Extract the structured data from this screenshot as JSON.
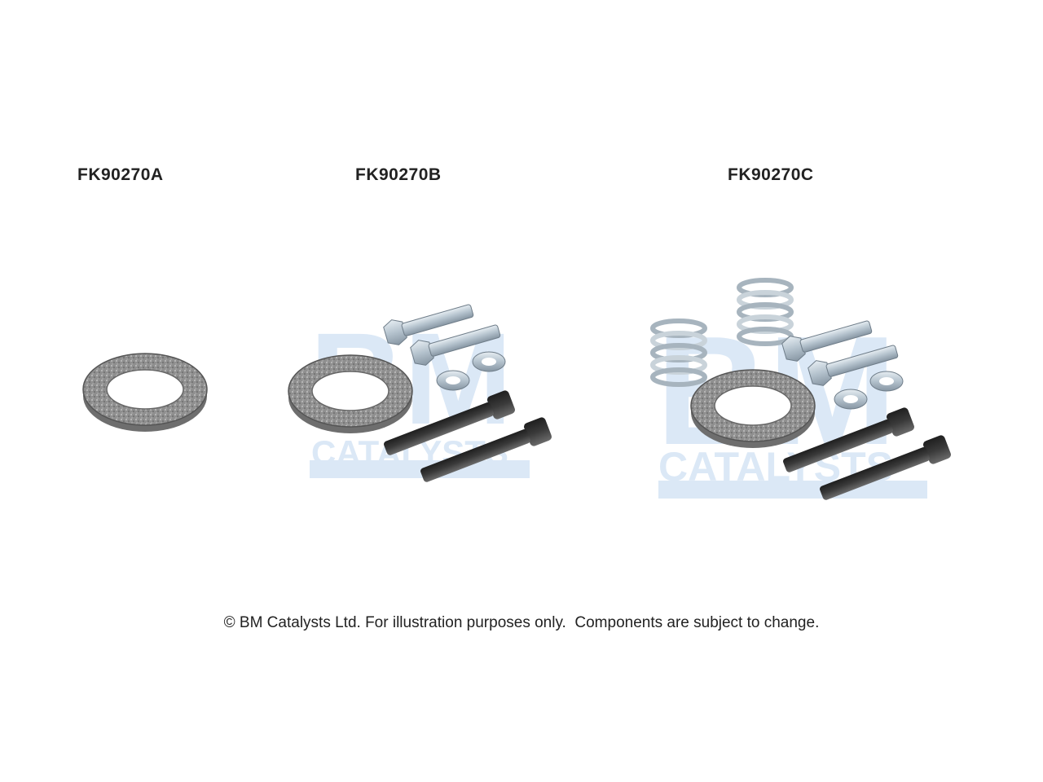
{
  "kits": [
    {
      "code": "FK90270A"
    },
    {
      "code": "FK90270B"
    },
    {
      "code": "FK90270C"
    }
  ],
  "watermark": {
    "text": "BM CATALYSTS",
    "color": "#dbe8f6"
  },
  "footer": {
    "notice": "© BM Catalysts Ltd. For illustration purposes only.  Components are subject to change."
  },
  "colors": {
    "gasket": "#8d8d8d",
    "bolt_light": "#b9c6d1",
    "bolt_dark": "#3a3a3a",
    "spring": "#c8d2da"
  }
}
